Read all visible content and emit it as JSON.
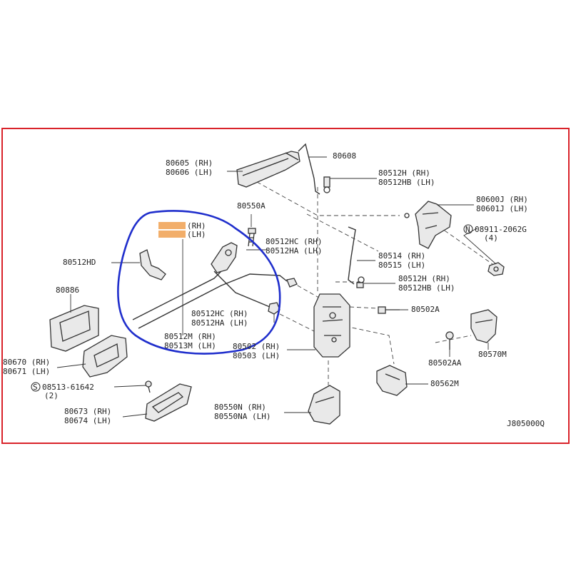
{
  "frame": {
    "color": "#d9232a"
  },
  "annotation": {
    "circle_color": "#1f2ecc",
    "highlight_color": "#f0a050"
  },
  "labels": {
    "p80605": "80605 (RH)",
    "p80606": "80606 (LH)",
    "p80608": "80608",
    "p80512H_1": "80512H  (RH)",
    "p80512HB_1": "80512HB (LH)",
    "p80550A": "80550A",
    "p80600J": "80600J (RH)",
    "p80601J": "80601J (LH)",
    "p08911": "08911-2062G",
    "p08911_qty": "(4)",
    "p80512HC_1": "80512HC (RH)",
    "p80512HA_1": "80512HA (LH)",
    "p80512HD": "80512HD",
    "p80514": "80514 (RH)",
    "p80515": "80515 (LH)",
    "p80512H_2": "80512H  (RH)",
    "p80512HB_2": "80512HB (LH)",
    "p80886": "80886",
    "p80512HC_2": "80512HC (RH)",
    "p80512HA_2": "80512HA (LH)",
    "p80502A": "80502A",
    "p80512M": "80512M (RH)",
    "p80513M": "80513M (LH)",
    "p80502": "80502 (RH)",
    "p80503": "80503 (LH)",
    "p80570M": "80570M",
    "p80670": "80670 (RH)",
    "p80671": "80671 (LH)",
    "p80502AA": "80502AA",
    "p08513": "08513-61642",
    "p08513_qty": "(2)",
    "p80562M": "80562M",
    "p80673": "80673 (RH)",
    "p80674": "80674 (LH)",
    "p80550N": "80550N  (RH)",
    "p80550NA": "80550NA (LH)",
    "p_hl_rh": "(RH)",
    "p_hl_lh": "(LH)",
    "circle_N": "N",
    "circle_S": "S",
    "diagram_code": "J805000Q"
  }
}
